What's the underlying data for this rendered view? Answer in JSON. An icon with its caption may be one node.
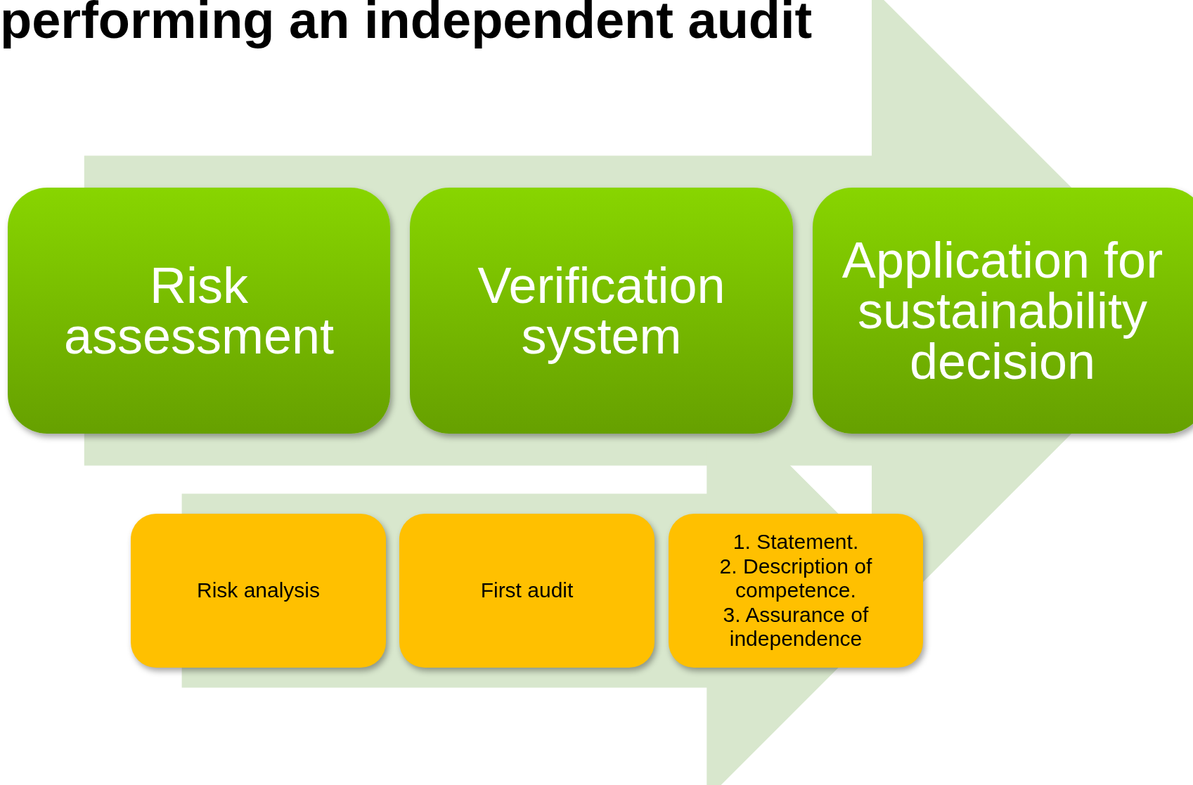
{
  "diagram": {
    "title": "performing an independent audit",
    "nodes": [
      {
        "text": [
          "Risk assessment"
        ]
      },
      {
        "text": [
          "Verification system"
        ]
      },
      {
        "text": [
          "Application for sustainability decision"
        ]
      },
      {
        "text": [
          "Risk analysis"
        ]
      },
      {
        "text": [
          "First audit"
        ]
      },
      {
        "text": [
          "1. Statement.",
          "2. Description of competence.",
          "3. Assurance of independence"
        ]
      }
    ],
    "edges": [
      {
        "from": 0,
        "to": 2,
        "arrow": "to"
      },
      {
        "from": 3,
        "to": 5,
        "arrow": "to"
      }
    ]
  }
}
